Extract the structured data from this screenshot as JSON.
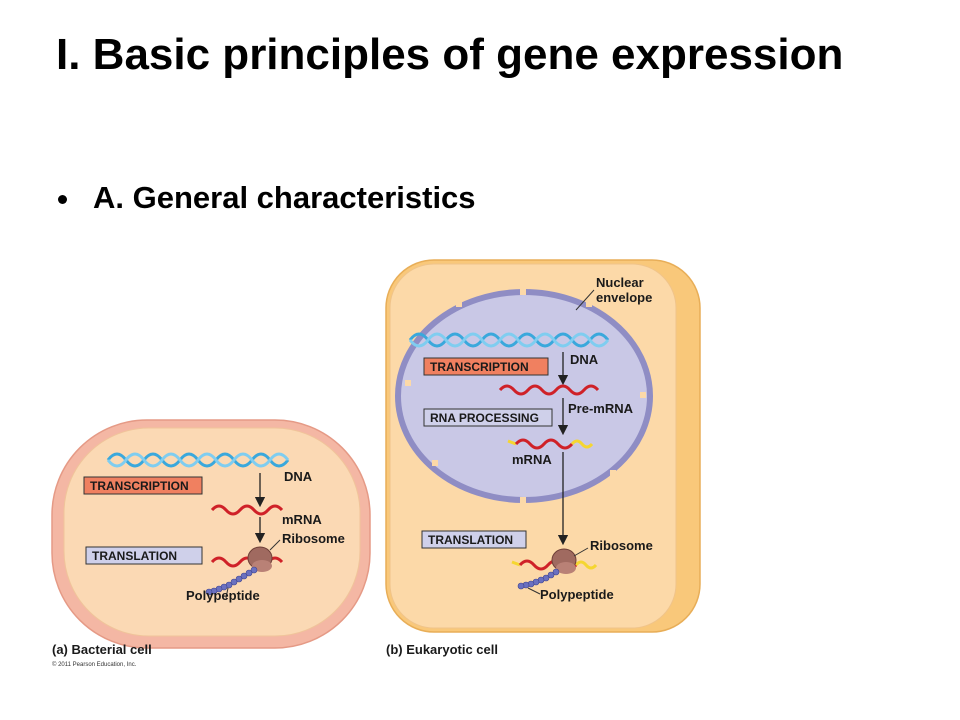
{
  "slide": {
    "title": "I. Basic principles of gene expression",
    "bullet": "A. General characteristics"
  },
  "bacterial": {
    "process_boxes": [
      "TRANSCRIPTION",
      "TRANSLATION"
    ],
    "labels": {
      "dna": "DNA",
      "mrna": "mRNA",
      "ribosome": "Ribosome",
      "polypeptide": "Polypeptide"
    },
    "caption": "(a) Bacterial cell",
    "copyright": "© 2011 Pearson Education, Inc."
  },
  "eukaryotic": {
    "process_boxes": [
      "TRANSCRIPTION",
      "RNA PROCESSING",
      "TRANSLATION"
    ],
    "labels": {
      "nuclear_envelope_line1": "Nuclear",
      "nuclear_envelope_line2": "envelope",
      "dna": "DNA",
      "pre_mrna": "Pre-mRNA",
      "mrna": "mRNA",
      "ribosome": "Ribosome",
      "polypeptide": "Polypeptide"
    },
    "caption": "(b) Eukaryotic cell"
  },
  "colors": {
    "bacterial_outer": "#f4b7a4",
    "bacterial_inner": "#fbd9b4",
    "eukaryotic_outer": "#f9c87a",
    "eukaryotic_inner": "#fcd9a8",
    "nucleus_fill": "#c9c8e6",
    "nucleus_edge": "#8f8dc4",
    "dna_blue": "#3aa8dc",
    "mrna_red": "#cf2128",
    "cap_yellow": "#f5d630",
    "transcription_box": "#f08060",
    "processing_box": "#cfd0ea",
    "ribosome": "#a06a60",
    "polypeptide": "#6a70c0"
  }
}
